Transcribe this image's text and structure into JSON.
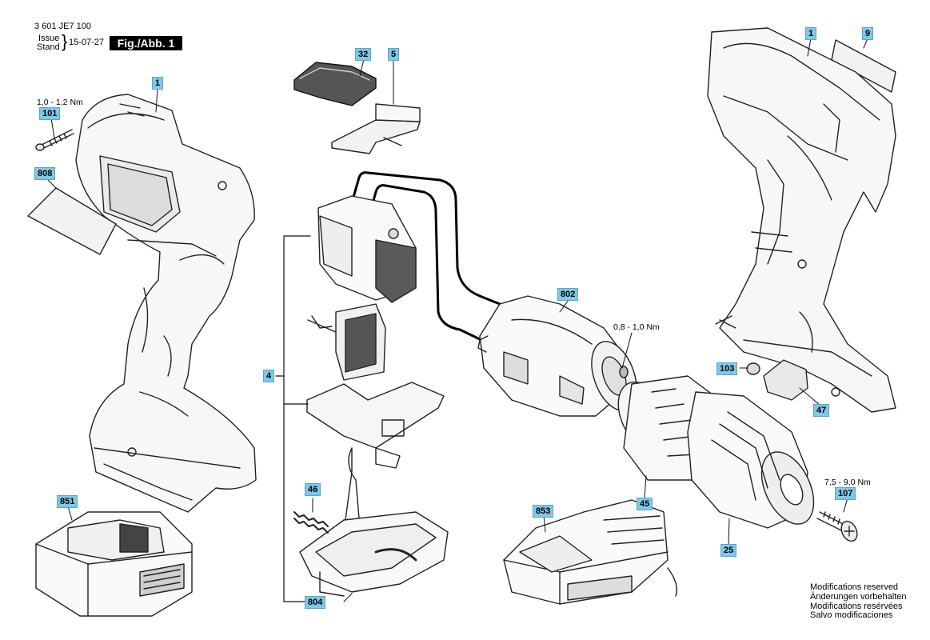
{
  "header": {
    "doc_number": "3 601 JE7 100",
    "issue_label": "Issue",
    "stand_label": "Stand",
    "date": "15-07-27",
    "figure_label": "Fig./Abb. 1"
  },
  "callouts": [
    {
      "id": "1",
      "target": "housing-left"
    },
    {
      "id": "1",
      "target": "housing-right"
    },
    {
      "id": "9",
      "target": "label-plate"
    },
    {
      "id": "32",
      "target": "slide-switch"
    },
    {
      "id": "5",
      "target": "direction-switch"
    },
    {
      "id": "101",
      "target": "screw"
    },
    {
      "id": "808",
      "target": "nameplate"
    },
    {
      "id": "4",
      "target": "switch-assembly"
    },
    {
      "id": "802",
      "target": "motor"
    },
    {
      "id": "103",
      "target": "cap"
    },
    {
      "id": "47",
      "target": "gear-cover"
    },
    {
      "id": "46",
      "target": "spring"
    },
    {
      "id": "45",
      "target": "gearbox"
    },
    {
      "id": "107",
      "target": "chuck-screw"
    },
    {
      "id": "851",
      "target": "battery"
    },
    {
      "id": "853",
      "target": "charger"
    },
    {
      "id": "25",
      "target": "chuck"
    },
    {
      "id": "804",
      "target": "base-plate"
    }
  ],
  "torques": {
    "screw": "1,0 - 1,2 Nm",
    "motor": "0,8 - 1,0 Nm",
    "chuck": "7,5 - 9,0 Nm"
  },
  "footer": {
    "line1": "Modifications reserved",
    "line2": "Änderungen vorbehalten",
    "line3": "Modifications resérvées",
    "line4": "Salvo modificaciones"
  }
}
